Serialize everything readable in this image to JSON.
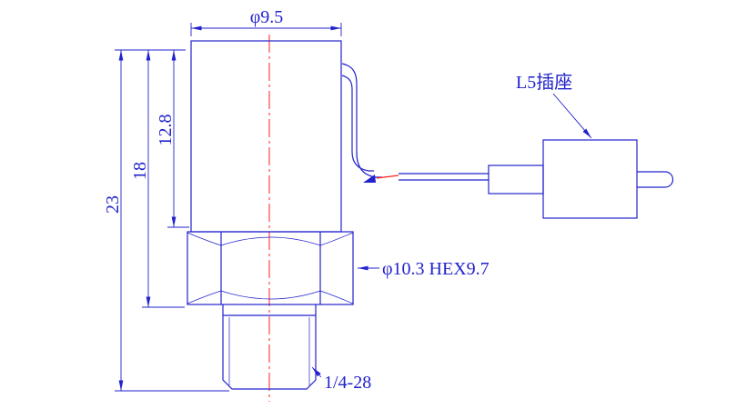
{
  "drawing": {
    "dims": {
      "top_diameter": "φ9.5",
      "inner_depth": "12.8",
      "body_height": "18",
      "total_height": "23"
    },
    "labels": {
      "hex": "φ10.3 HEX9.7",
      "thread": "1/4-28",
      "connector": "L5插座"
    },
    "colors": {
      "line": "#2222cc",
      "centerline": "#ff2222",
      "break": "#ff2222",
      "background": "#ffffff"
    }
  }
}
